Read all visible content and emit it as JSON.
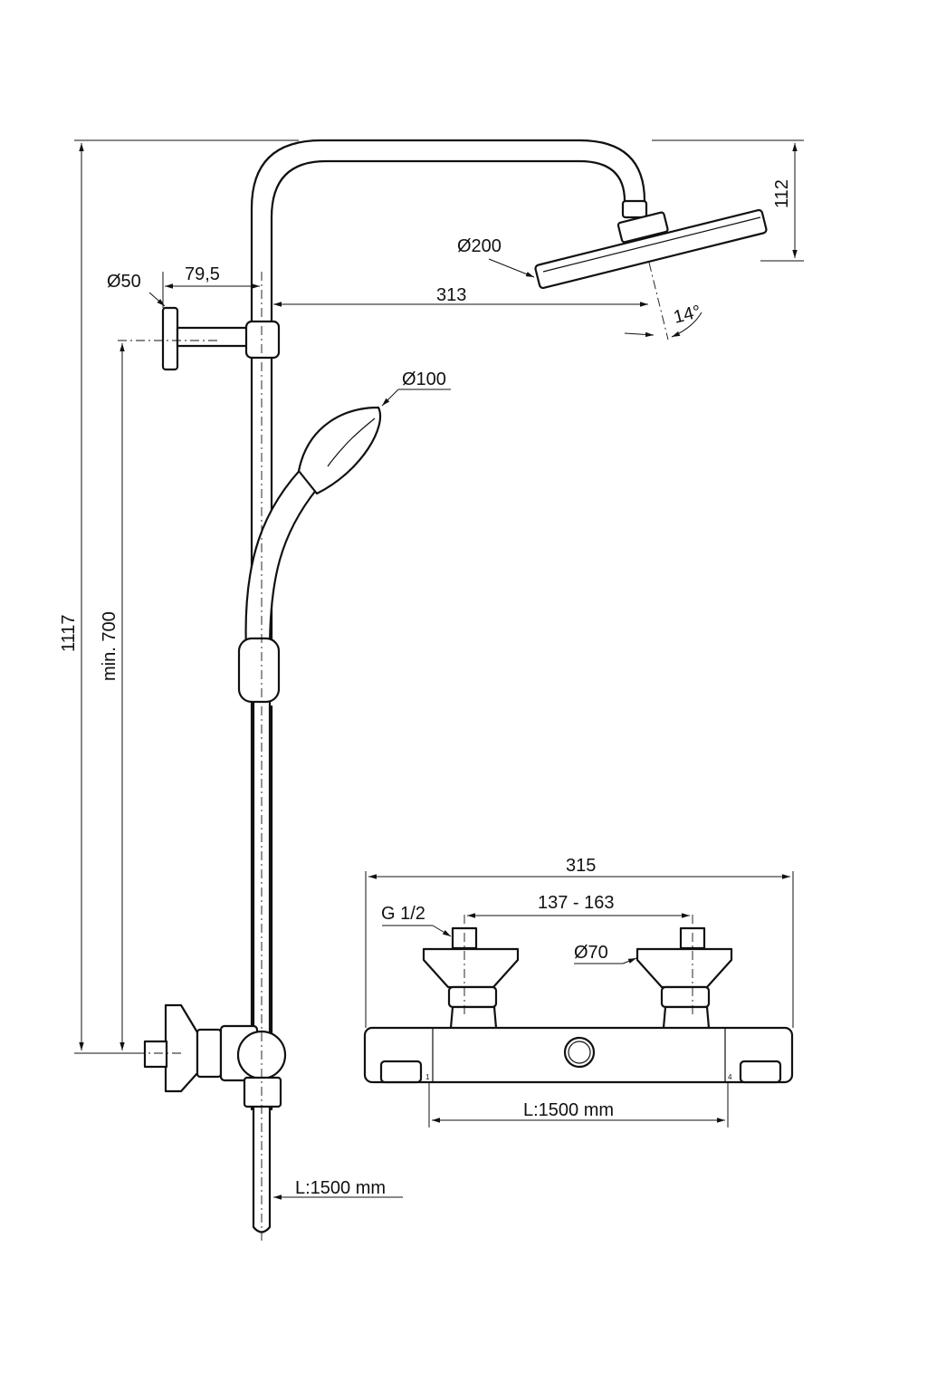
{
  "dimensions": {
    "total_height": "1117",
    "min_height": "min. 700",
    "bracket_diameter": "Ø50",
    "bracket_offset": "79,5",
    "arm_reach": "313",
    "head_diameter": "Ø200",
    "head_drop": "112",
    "head_angle": "14°",
    "hand_shower_diameter": "Ø100",
    "hose_length_left": "L:1500 mm",
    "thermostat_width": "315",
    "inlet_spacing": "137 - 163",
    "inlet_thread": "G 1/2",
    "escutcheon_diameter": "Ø70",
    "hose_length_right": "L:1500 mm"
  },
  "thermostat_markings": {
    "left": "1",
    "right": "4"
  }
}
